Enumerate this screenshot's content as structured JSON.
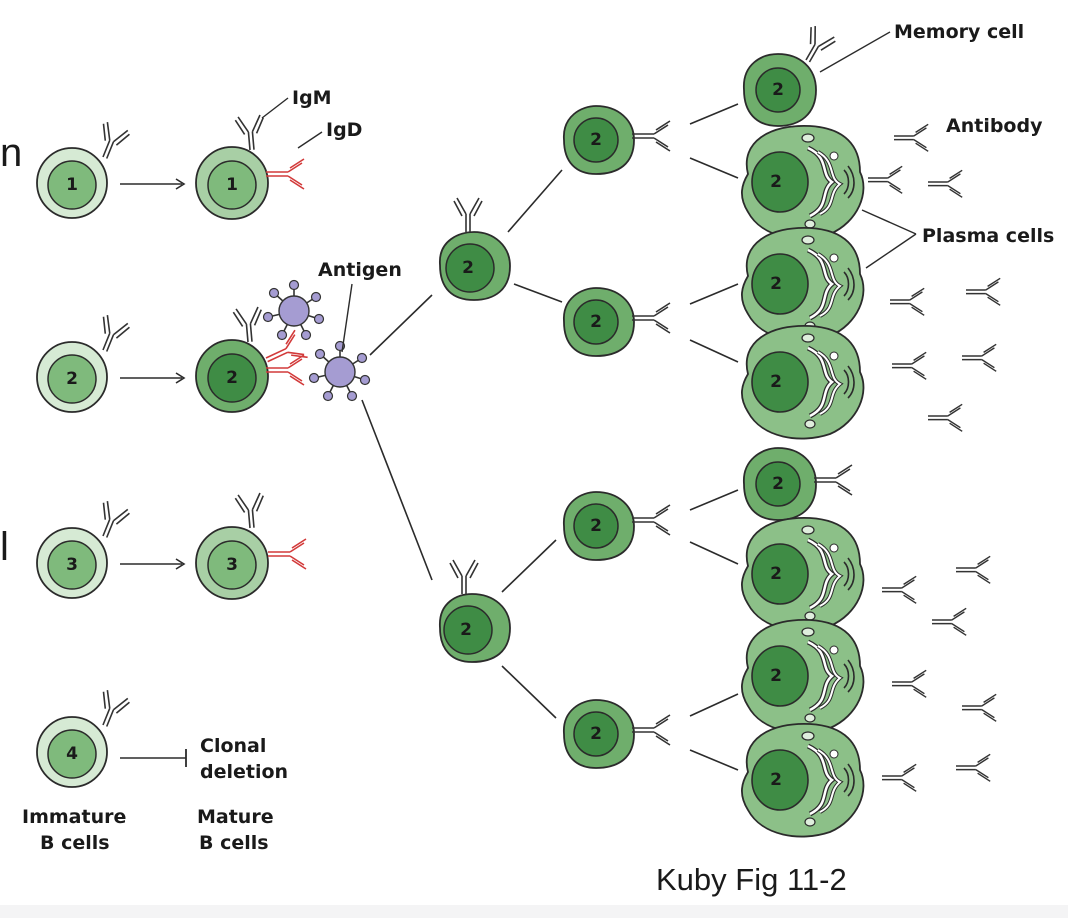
{
  "labels": {
    "igm": "IgM",
    "igd": "IgD",
    "antigen": "Antigen",
    "memory_cell": "Memory cell",
    "antibody": "Antibody",
    "plasma_cells": "Plasma cells",
    "clonal_line1": "Clonal",
    "clonal_line2": "deletion",
    "immature_line1": "Immature",
    "immature_line2": "B cells",
    "mature_line1": "Mature",
    "mature_line2": "B cells",
    "caption": "Kuby Fig 11-2",
    "edge_fragment_1": "n",
    "edge_fragment_2": "l"
  },
  "cell_numbers": {
    "row1": "1",
    "row2": "2",
    "row3": "3",
    "row4": "4",
    "clone": "2"
  },
  "colors": {
    "immature_outer": "#d6ead4",
    "immature_inner": "#7fba7c",
    "mature_outer": "#a8cfa5",
    "activated_outer": "#6fae6c",
    "activated_inner": "#3f8c45",
    "plasma_body": "#8cc088",
    "antigen": "#a59cd2",
    "igd_red": "#d23a3a",
    "outline": "#2b2b2b"
  },
  "icons": [
    "antibody-icon",
    "antigen-icon",
    "er-icon",
    "golgi-icon"
  ]
}
